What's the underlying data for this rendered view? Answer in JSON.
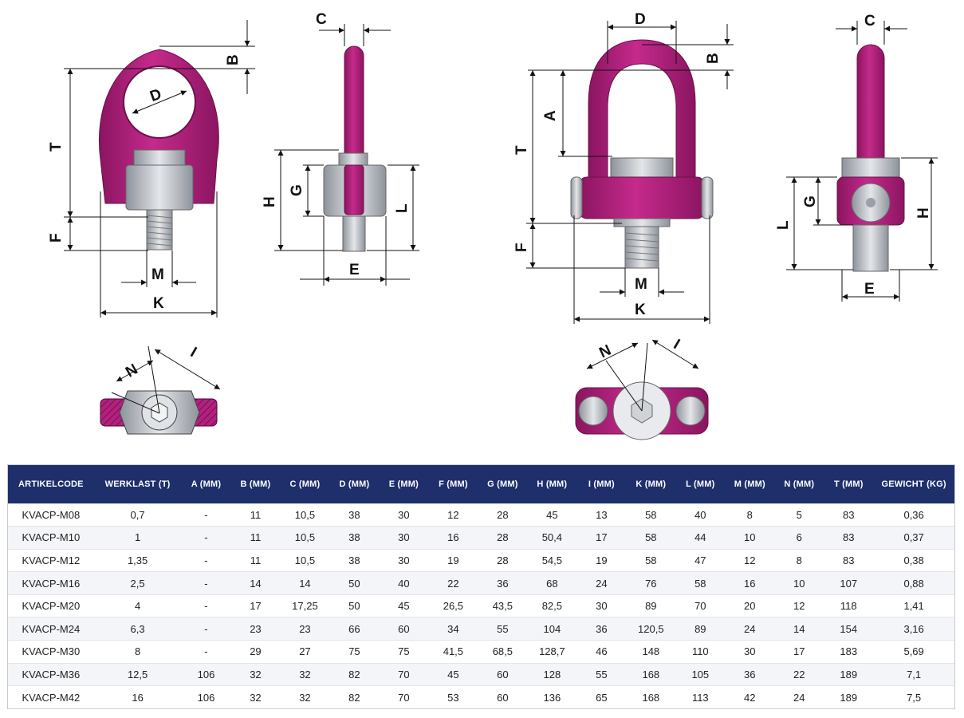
{
  "dimension_labels": {
    "left_front": {
      "B": "B",
      "D": "D",
      "T": "T",
      "F": "F",
      "M": "M",
      "K": "K"
    },
    "left_side": {
      "C": "C",
      "G": "G",
      "H": "H",
      "L": "L",
      "E": "E"
    },
    "right_front": {
      "D": "D",
      "B": "B",
      "A": "A",
      "T": "T",
      "F": "F",
      "M": "M",
      "K": "K"
    },
    "right_side": {
      "C": "C",
      "G": "G",
      "H": "H",
      "L": "L",
      "E": "E"
    },
    "left_top": {
      "N": "N",
      "I": "I"
    },
    "right_top": {
      "N": "N",
      "I": "I"
    }
  },
  "colors": {
    "magenta": "#b4207f",
    "magenta_dark": "#8a1560",
    "steel": "#c9ccd1",
    "steel_dark": "#8d939b",
    "header": "#1f2f6b"
  },
  "table": {
    "headers": [
      "ARTIKELCODE",
      "WERKLAST (T)",
      "A (MM)",
      "B (MM)",
      "C (MM)",
      "D (MM)",
      "E (MM)",
      "F (MM)",
      "G (MM)",
      "H (MM)",
      "I (MM)",
      "K (MM)",
      "L (MM)",
      "M (MM)",
      "N (MM)",
      "T (MM)",
      "GEWICHT (KG)"
    ],
    "rows": [
      [
        "KVACP-M08",
        "0,7",
        "-",
        "11",
        "10,5",
        "38",
        "30",
        "12",
        "28",
        "45",
        "13",
        "58",
        "40",
        "8",
        "5",
        "83",
        "0,36"
      ],
      [
        "KVACP-M10",
        "1",
        "-",
        "11",
        "10,5",
        "38",
        "30",
        "16",
        "28",
        "50,4",
        "17",
        "58",
        "44",
        "10",
        "6",
        "83",
        "0,37"
      ],
      [
        "KVACP-M12",
        "1,35",
        "-",
        "11",
        "10,5",
        "38",
        "30",
        "19",
        "28",
        "54,5",
        "19",
        "58",
        "47",
        "12",
        "8",
        "83",
        "0,38"
      ],
      [
        "KVACP-M16",
        "2,5",
        "-",
        "14",
        "14",
        "50",
        "40",
        "22",
        "36",
        "68",
        "24",
        "76",
        "58",
        "16",
        "10",
        "107",
        "0,88"
      ],
      [
        "KVACP-M20",
        "4",
        "-",
        "17",
        "17,25",
        "50",
        "45",
        "26,5",
        "43,5",
        "82,5",
        "30",
        "89",
        "70",
        "20",
        "12",
        "118",
        "1,41"
      ],
      [
        "KVACP-M24",
        "6,3",
        "-",
        "23",
        "23",
        "66",
        "60",
        "34",
        "55",
        "104",
        "36",
        "120,5",
        "89",
        "24",
        "14",
        "154",
        "3,16"
      ],
      [
        "KVACP-M30",
        "8",
        "-",
        "29",
        "27",
        "75",
        "75",
        "41,5",
        "68,5",
        "128,7",
        "46",
        "148",
        "110",
        "30",
        "17",
        "183",
        "5,69"
      ],
      [
        "KVACP-M36",
        "12,5",
        "106",
        "32",
        "32",
        "82",
        "70",
        "45",
        "60",
        "128",
        "55",
        "168",
        "105",
        "36",
        "22",
        "189",
        "7,1"
      ],
      [
        "KVACP-M42",
        "16",
        "106",
        "32",
        "32",
        "82",
        "70",
        "53",
        "60",
        "136",
        "65",
        "168",
        "113",
        "42",
        "24",
        "189",
        "7,5"
      ]
    ]
  }
}
